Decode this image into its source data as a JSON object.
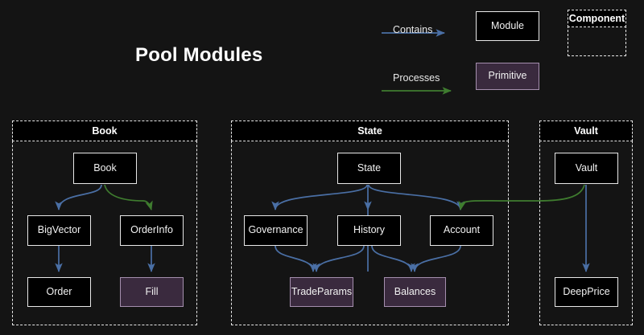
{
  "title": "Pool Modules",
  "colors": {
    "background": "#141414",
    "module_fill": "#000000",
    "module_border": "#e8e8e8",
    "primitive_fill": "#3a2a3e",
    "primitive_border": "#a58fae",
    "contains_arrow": "#4a6fa5",
    "processes_arrow": "#3f7c2f",
    "group_border": "#e6e6e6",
    "text": "#f2f2f2"
  },
  "legend": {
    "contains_label": "Contains",
    "processes_label": "Processes",
    "module_label": "Module",
    "primitive_label": "Primitive",
    "component_label": "Component"
  },
  "groups": [
    {
      "id": "book",
      "label": "Book"
    },
    {
      "id": "state",
      "label": "State"
    },
    {
      "id": "vault",
      "label": "Vault"
    }
  ],
  "nodes": [
    {
      "id": "book",
      "label": "Book",
      "type": "module",
      "group": "book"
    },
    {
      "id": "bigvector",
      "label": "BigVector",
      "type": "module",
      "group": "book"
    },
    {
      "id": "orderinfo",
      "label": "OrderInfo",
      "type": "module",
      "group": "book"
    },
    {
      "id": "order",
      "label": "Order",
      "type": "module",
      "group": "book"
    },
    {
      "id": "fill",
      "label": "Fill",
      "type": "primitive",
      "group": "book"
    },
    {
      "id": "state",
      "label": "State",
      "type": "module",
      "group": "state"
    },
    {
      "id": "governance",
      "label": "Governance",
      "type": "module",
      "group": "state"
    },
    {
      "id": "history",
      "label": "History",
      "type": "module",
      "group": "state"
    },
    {
      "id": "account",
      "label": "Account",
      "type": "module",
      "group": "state"
    },
    {
      "id": "tradeparams",
      "label": "TradeParams",
      "type": "primitive",
      "group": "state"
    },
    {
      "id": "balances",
      "label": "Balances",
      "type": "primitive",
      "group": "state"
    },
    {
      "id": "vault",
      "label": "Vault",
      "type": "module",
      "group": "vault"
    },
    {
      "id": "deepprice",
      "label": "DeepPrice",
      "type": "module",
      "group": "vault"
    }
  ],
  "edges": [
    {
      "from": "book",
      "to": "bigvector",
      "kind": "contains"
    },
    {
      "from": "book",
      "to": "orderinfo",
      "kind": "processes"
    },
    {
      "from": "bigvector",
      "to": "order",
      "kind": "contains"
    },
    {
      "from": "orderinfo",
      "to": "fill",
      "kind": "contains"
    },
    {
      "from": "state",
      "to": "governance",
      "kind": "contains"
    },
    {
      "from": "state",
      "to": "history",
      "kind": "contains"
    },
    {
      "from": "state",
      "to": "account",
      "kind": "contains"
    },
    {
      "from": "governance",
      "to": "tradeparams",
      "kind": "contains"
    },
    {
      "from": "history",
      "to": "tradeparams",
      "kind": "contains"
    },
    {
      "from": "history",
      "to": "balances",
      "kind": "contains"
    },
    {
      "from": "account",
      "to": "balances",
      "kind": "contains"
    },
    {
      "from": "vault",
      "to": "deepprice",
      "kind": "contains"
    },
    {
      "from": "vault",
      "to": "account",
      "kind": "processes"
    }
  ]
}
